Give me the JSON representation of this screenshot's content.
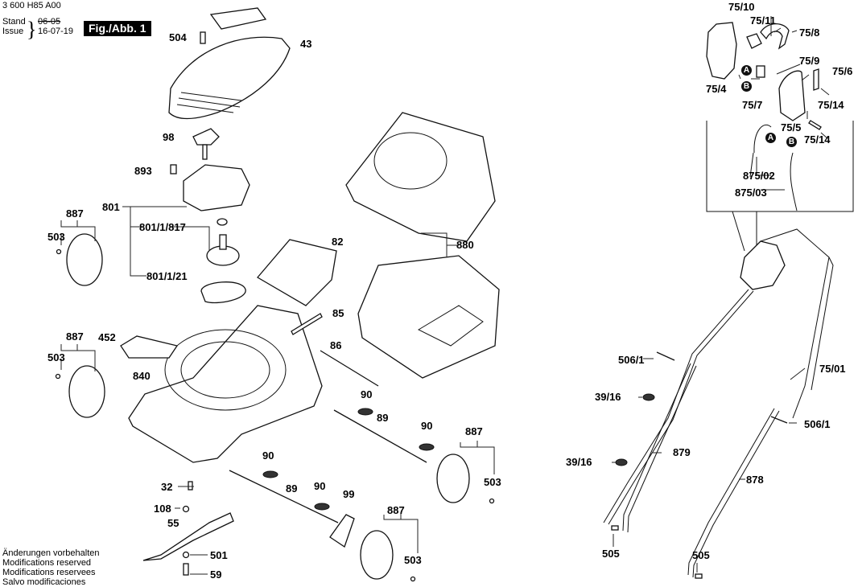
{
  "header": {
    "part_number": "3 600 H85 A00",
    "stand_label": "Stand",
    "issue_label": "Issue",
    "old_date": "06-05",
    "issue_date": "16-07-19",
    "figure_label": "Fig./Abb. 1"
  },
  "footer": {
    "lines": [
      "Änderungen vorbehalten",
      "Modifications reserved",
      "Modifications reservees",
      "Salvo modificaciones"
    ]
  },
  "markers": {
    "a": "A",
    "b": "B"
  },
  "labels": {
    "p504": "504",
    "p43": "43",
    "p98": "98",
    "p893": "893",
    "p801": "801",
    "p801_1_817": "801/1/817",
    "p801_1_21": "801/1/21",
    "p887_a": "887",
    "p503_a": "503",
    "p887_b": "887",
    "p503_b": "503",
    "p452": "452",
    "p840": "840",
    "p82": "82",
    "p85": "85",
    "p86": "86",
    "p880": "880",
    "p90_a": "90",
    "p89_a": "89",
    "p90_b": "90",
    "p887_c": "887",
    "p503_c": "503",
    "p90_c": "90",
    "p89_b": "89",
    "p90_d": "90",
    "p99": "99",
    "p887_d": "887",
    "p503_d": "503",
    "p32": "32",
    "p108": "108",
    "p55": "55",
    "p501": "501",
    "p59": "59",
    "p75_10": "75/10",
    "p75_11": "75/11",
    "p75_8": "75/8",
    "p75_9": "75/9",
    "p75_6": "75/6",
    "p75_4": "75/4",
    "p75_7": "75/7",
    "p75_14_a": "75/14",
    "p75_5": "75/5",
    "p75_14_b": "75/14",
    "p875_02": "875/02",
    "p875_03": "875/03",
    "p506_1_a": "506/1",
    "p75_01": "75/01",
    "p39_16_a": "39/16",
    "p506_1_b": "506/1",
    "p39_16_b": "39/16",
    "p879": "879",
    "p878": "878",
    "p505_a": "505",
    "p505_b": "505"
  }
}
